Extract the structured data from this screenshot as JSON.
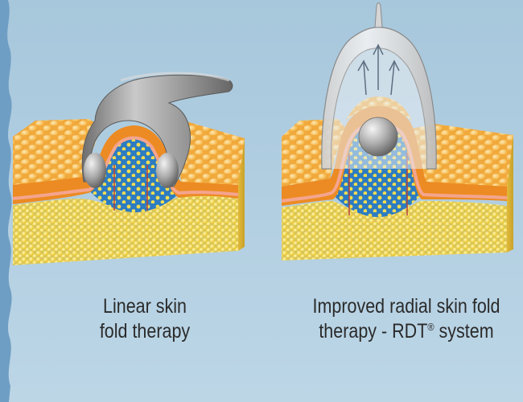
{
  "captions": {
    "left": {
      "line1": "Linear skin",
      "line2": "fold therapy"
    },
    "right": {
      "line1": "Improved radial skin fold",
      "line2_prefix": "therapy - RDT",
      "registered": "®",
      "line2_suffix": " system"
    }
  },
  "colors": {
    "background": "#a9c9dd",
    "skin_top": "#f5b846",
    "skin_dermis": "#e98a22",
    "skin_pink": "#f3a08e",
    "fluid": "#2f7fc0",
    "fat": "#f2d443",
    "device": "#9a9a9a"
  }
}
